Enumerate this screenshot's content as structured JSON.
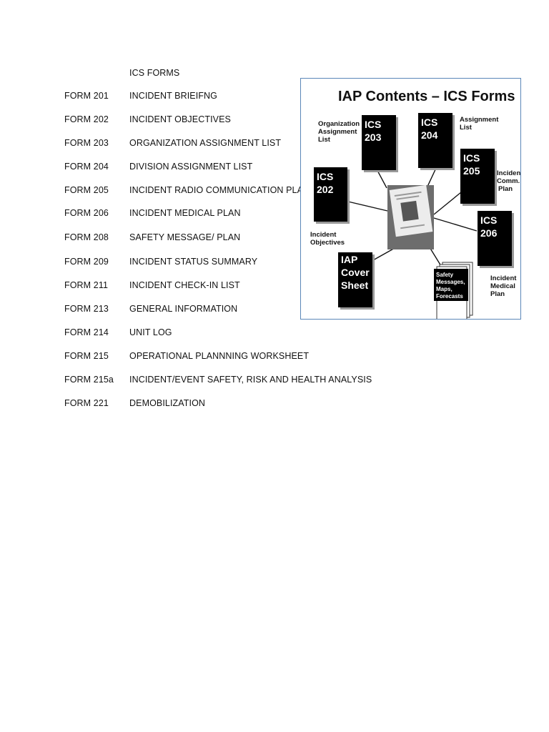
{
  "list": {
    "header": "ICS FORMS",
    "rows": [
      {
        "number": "FORM 201",
        "title": "INCIDENT BRIEIFNG"
      },
      {
        "number": "FORM 202",
        "title": "INCIDENT OBJECTIVES"
      },
      {
        "number": "FORM 203",
        "title": "ORGANIZATION ASSIGNMENT LIST"
      },
      {
        "number": "FORM 204",
        "title": "DIVISION ASSIGNMENT LIST"
      },
      {
        "number": "FORM 205",
        "title": "INCIDENT RADIO COMMUNICATION PLAN"
      },
      {
        "number": "FORM 206",
        "title": "INCIDENT MEDICAL PLAN"
      },
      {
        "number": "FORM 208",
        "title": "SAFETY MESSAGE/ PLAN"
      },
      {
        "number": "FORM 209",
        "title": "INCIDENT STATUS SUMMARY"
      },
      {
        "number": "FORM 211",
        "title": "INCIDENT CHECK-IN LIST"
      },
      {
        "number": "FORM 213",
        "title": "GENERAL INFORMATION"
      },
      {
        "number": "FORM 214",
        "title": "UNIT LOG"
      },
      {
        "number": "FORM 215",
        "title": "OPERATIONAL PLANNNING WORKSHEET"
      },
      {
        "number": "FORM 215a",
        "title": "INCIDENT/EVENT SAFETY, RISK AND HEALTH ANALYSIS"
      },
      {
        "number": "FORM 221",
        "title": "DEMOBILIZATION"
      }
    ]
  },
  "figure": {
    "title": "IAP Contents – ICS Forms",
    "boxes": {
      "ics203": [
        "ICS",
        "203"
      ],
      "ics204": [
        "ICS",
        "204"
      ],
      "ics202": [
        "ICS",
        "202"
      ],
      "ics205": [
        "ICS",
        "205"
      ],
      "ics206": [
        "ICS",
        "206"
      ],
      "cover": [
        "IAP",
        "Cover",
        "Sheet"
      ],
      "safety": [
        "Safety",
        "Messages,",
        "Maps,",
        "Forecasts"
      ]
    },
    "labels": {
      "org_assignment": [
        "Organization",
        "Assignment",
        "List"
      ],
      "assignment_list": [
        "Assignment",
        "List"
      ],
      "incident_comm": [
        "Incident",
        "Comm.",
        "Plan"
      ],
      "incident_objectives": [
        "Incident",
        "Objectives"
      ],
      "incident_medical": [
        "Incident",
        "Medical",
        "Plan"
      ]
    },
    "colors": {
      "frame": "#5b87b8",
      "box_fill": "#000000",
      "center_doc": "#6d6d6d"
    }
  }
}
